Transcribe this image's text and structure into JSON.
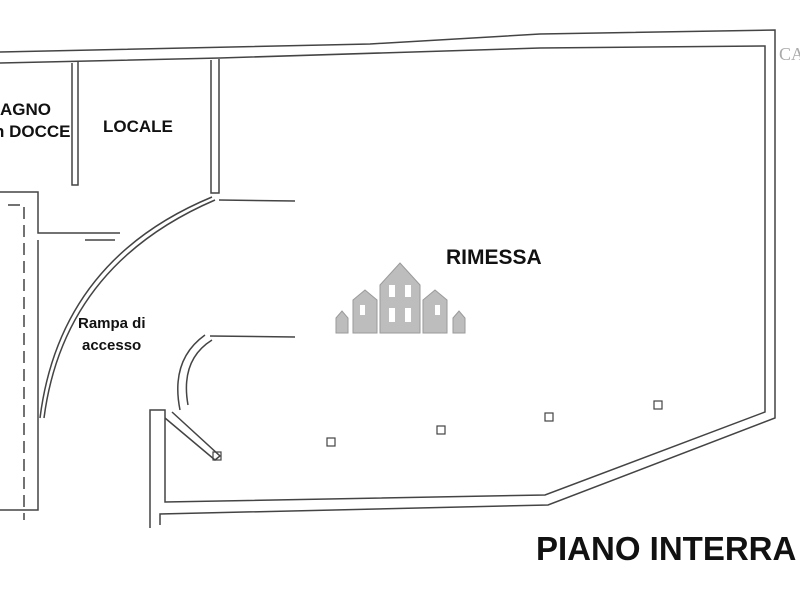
{
  "rooms": {
    "bagno_line1": "AGNO",
    "bagno_line2": "n DOCCE",
    "locale": "LOCALE",
    "rimessa": "RIMESSA",
    "rampa_line1": "Rampa di",
    "rampa_line2": "accesso"
  },
  "floor_title": "PIANO INTERRA",
  "watermark_text": "CA",
  "colors": {
    "line": "#444444",
    "text": "#111111",
    "logo": "#9a9a9a"
  }
}
